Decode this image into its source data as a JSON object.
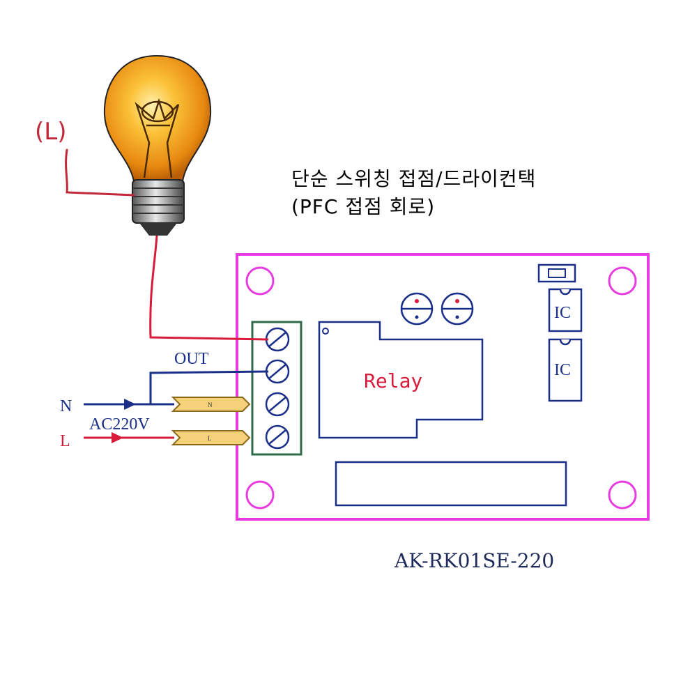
{
  "title": {
    "line1": "단순 스위칭 접점/드라이컨택",
    "line2": "(PFC 접점 회로)"
  },
  "labels": {
    "lamp_line": "(L)",
    "out": "OUT",
    "neutral": "N",
    "live": "L",
    "voltage": "AC220V",
    "neutral_tab": "N",
    "live_tab": "L",
    "relay": "Relay",
    "ic_top": "IC",
    "ic_bottom": "IC",
    "model": "AK-RK01SE-220"
  },
  "colors": {
    "board": "#e83ce0",
    "terminal_block": "#2f6b4a",
    "wire_red": "#d81b3b",
    "wire_blue": "#1a2f8a",
    "hand_annotation": "#c2283a",
    "pcb_outline": "#1a2f8a",
    "bulb_glass": "#f6a817",
    "tab_fill": "#f5d27a"
  },
  "icons": {
    "lamp": "light-bulb-icon",
    "screw": "screw-terminal-icon",
    "hole": "mounting-hole-icon"
  }
}
